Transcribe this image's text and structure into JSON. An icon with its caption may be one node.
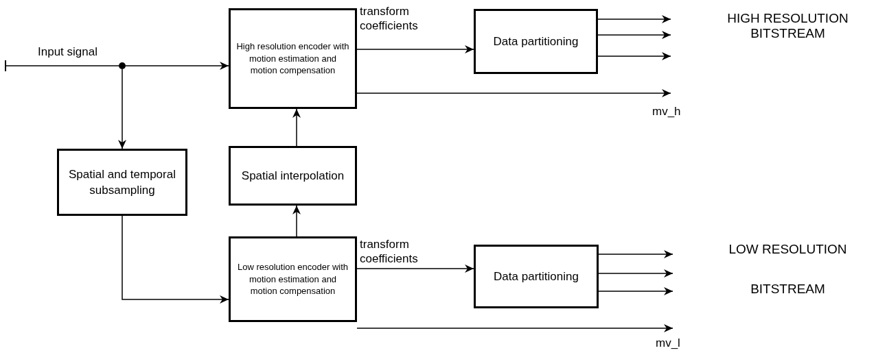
{
  "diagram": {
    "nodes": [
      {
        "text": [],
        "shape": "circle"
      },
      {
        "text": [
          "High resolution encoder with motion estimation and motion compensation"
        ]
      },
      {
        "text": [
          "Data partitioning"
        ]
      },
      {
        "text": [
          "Spatial and temporal subsampling"
        ]
      },
      {
        "text": [
          "Spatial interpolation"
        ]
      },
      {
        "text": [
          "Low resolution encoder with motion estimation and motion compensation"
        ]
      },
      {
        "text": [
          "Data partitioning"
        ]
      }
    ],
    "edges": [
      {
        "from": null,
        "to": 0,
        "arrow": "other",
        "label": "Input signal"
      },
      {
        "from": 0,
        "to": 1,
        "arrow": "to"
      },
      {
        "from": 0,
        "to": 3,
        "arrow": "to"
      },
      {
        "from": 1,
        "to": 2,
        "arrow": "to",
        "label": "transform coefficients"
      },
      {
        "from": 2,
        "to": null,
        "arrow": "to"
      },
      {
        "from": 2,
        "to": null,
        "arrow": "to"
      },
      {
        "from": 2,
        "to": null,
        "arrow": "to"
      },
      {
        "from": 1,
        "to": null,
        "arrow": "to",
        "label": "mv_h"
      },
      {
        "from": 3,
        "to": 5,
        "arrow": "to"
      },
      {
        "from": 5,
        "to": 4,
        "arrow": "to"
      },
      {
        "from": 4,
        "to": 1,
        "arrow": "to"
      },
      {
        "from": 5,
        "to": 6,
        "arrow": "to",
        "label": "transform coefficients"
      },
      {
        "from": 6,
        "to": null,
        "arrow": "to"
      },
      {
        "from": 6,
        "to": null,
        "arrow": "to"
      },
      {
        "from": 6,
        "to": null,
        "arrow": "to"
      },
      {
        "from": 5,
        "to": null,
        "arrow": "to",
        "label": "mv_l"
      }
    ],
    "labels": [
      "HIGH RESOLUTION BITSTREAM",
      "LOW RESOLUTION",
      "BITSTREAM"
    ]
  }
}
